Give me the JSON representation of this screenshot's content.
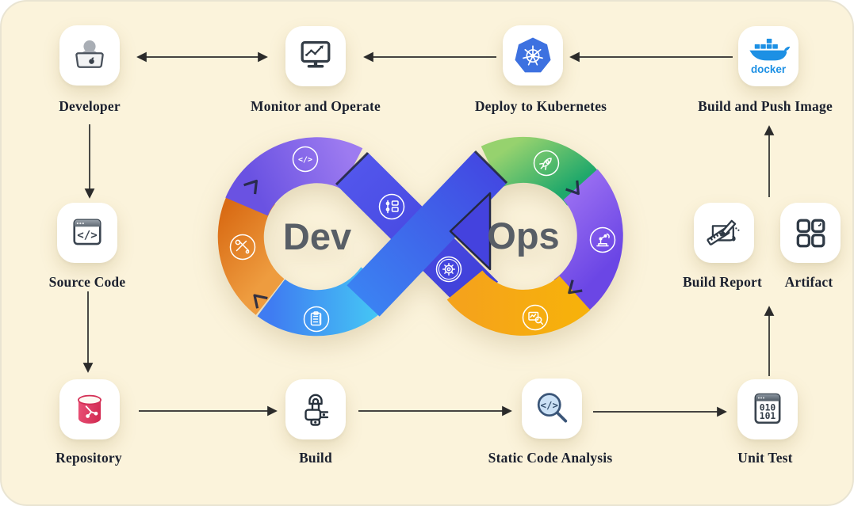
{
  "frame": {
    "background_color": "#FBF3DB",
    "border_color": "#E9E4D2"
  },
  "infinity": {
    "dev_label": "Dev",
    "ops_label": "Ops",
    "text_color": "#585E66",
    "segment_colors": {
      "dev_top_purple": "#8A66EC",
      "dev_left_orange": "#E07B1F",
      "dev_bottom_cyan": "#3EA9F0",
      "cross_blue": "#4348E4",
      "ops_top_green": "#3FB06A",
      "ops_right_purple": "#8257EC",
      "ops_bottom_amber": "#F6A60D"
    },
    "badge_icons": [
      "code",
      "git-versions",
      "tools",
      "checklist",
      "gear",
      "rocket",
      "automation-arm",
      "analysis-search"
    ]
  },
  "nodes": [
    {
      "id": "developer",
      "label": "Developer"
    },
    {
      "id": "monitor-and-operate",
      "label": "Monitor and Operate"
    },
    {
      "id": "deploy-to-kubernetes",
      "label": "Deploy to Kubernetes"
    },
    {
      "id": "build-and-push-image",
      "label": "Build and Push Image",
      "icon_text": "docker",
      "brand_color": "#1D90E4"
    },
    {
      "id": "source-code",
      "label": "Source Code",
      "icon_glyph": "</>"
    },
    {
      "id": "build-report",
      "label": "Build Report"
    },
    {
      "id": "artifact",
      "label": "Artifact"
    },
    {
      "id": "repository",
      "label": "Repository",
      "brand_color": "#E0476A"
    },
    {
      "id": "build",
      "label": "Build"
    },
    {
      "id": "static-code-analysis",
      "label": "Static Code Analysis",
      "icon_glyph": "</>"
    },
    {
      "id": "unit-test",
      "label": "Unit Test",
      "icon_lines": [
        "010",
        "101"
      ]
    }
  ],
  "arrows": [
    {
      "from": "developer",
      "to": "monitor-and-operate",
      "bidirectional": true
    },
    {
      "from": "deploy-to-kubernetes",
      "to": "monitor-and-operate"
    },
    {
      "from": "build-and-push-image",
      "to": "deploy-to-kubernetes"
    },
    {
      "from": "developer",
      "to": "source-code"
    },
    {
      "from": "source-code",
      "to": "repository"
    },
    {
      "from": "repository",
      "to": "build"
    },
    {
      "from": "build",
      "to": "static-code-analysis"
    },
    {
      "from": "static-code-analysis",
      "to": "unit-test"
    },
    {
      "from": "unit-test",
      "to": "build-report"
    },
    {
      "from": "build-report",
      "to": "build-and-push-image"
    }
  ]
}
